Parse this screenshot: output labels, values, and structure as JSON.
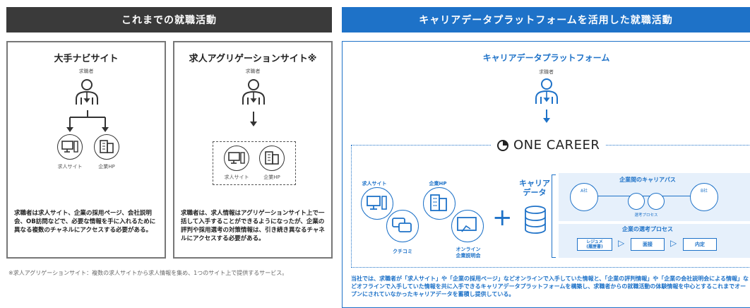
{
  "headers": {
    "left": "これまでの就職活動",
    "right": "キャリアデータプラットフォームを活用した就職活動"
  },
  "panel1": {
    "title": "大手ナビサイト",
    "person_label": "求職者",
    "item1": "求人サイト",
    "item2": "企業HP",
    "desc": "求職者は求人サイト、企業の採用ページ、会社説明会、OB訪問などで、必要な情報を手に入れるために異なる複数のチャネルにアクセスする必要がある。"
  },
  "panel2": {
    "title": "求人アグリゲーションサイト※",
    "person_label": "求職者",
    "item1": "求人サイト",
    "item2": "企業HP",
    "desc": "求職者は、求人情報はアグリゲーションサイト上で一括して入手することができるようになったが、企業の評判や採用選考の対策情報は、引き続き異なるチャネルにアクセスする必要がある。"
  },
  "footnote": "※求人アグリゲーションサイト：複数の求人サイトから求人情報を集め、1つのサイト上で提供するサービス。",
  "right": {
    "title": "キャリアデータプラットフォーム",
    "person_label": "求職者",
    "brand": "ONE CAREER",
    "src_jobsite": "求人サイト",
    "src_companyhp": "企業HP",
    "src_reviews": "クチコミ",
    "src_online": "オンライン\n企業説明会",
    "plus": "+",
    "career_data": "キャリア\nデータ",
    "career_path_title": "企業間のキャリアパス",
    "company_a": "A社",
    "company_b": "B社",
    "selection_process_small": "選考プロセス",
    "selection_title": "企業の選考プロセス",
    "step1": "レジュメ\n(履歴書)",
    "step2": "面接",
    "step3": "内定",
    "bottom_text": "当社では、求職者が「求人サイト」や「企業の採用ページ」などオンラインで入手していた情報と、「企業の評判情報」や「企業の会社説明会による情報」などオフラインで入手していた情報を共に入手できるキャリアデータプラットフォームを構築し、求職者からの就職活動の体験情報を中心とするこれまでオープンにされていなかったキャリアデータを蓄積し提供している。"
  },
  "colors": {
    "dark": "#3a3a3a",
    "accent": "#1e72c8"
  }
}
